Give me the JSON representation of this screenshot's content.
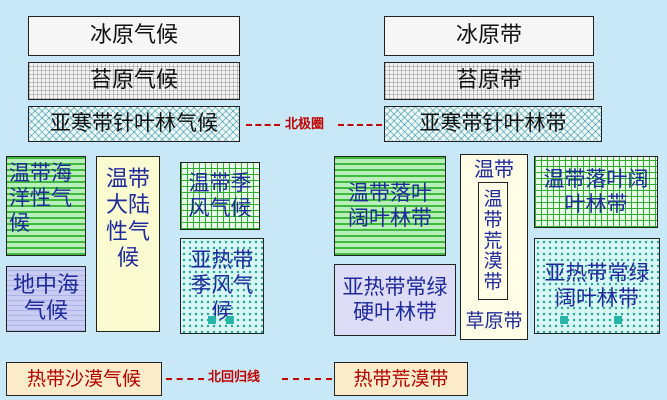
{
  "left": {
    "ice_climate": "冰原气候",
    "tundra_climate": "苔原气候",
    "subarctic_climate": "亚寒带针叶林气候",
    "temperate_maritime": "温带海洋性气候",
    "temperate_continental": "温带大陆性气候",
    "temperate_monsoon": "温带季风气候",
    "subtropical_monsoon": "亚热带季风气候",
    "mediterranean": "地中海气候",
    "tropical_desert_climate": "热带沙漠气候"
  },
  "right": {
    "ice_zone": "冰原带",
    "tundra_zone": "苔原带",
    "taiga_zone": "亚寒带针叶林带",
    "temperate_deciduous": "温带落叶阔叶林带",
    "temperate_label": "温带",
    "temperate_desert": "温带荒漠带",
    "steppe": "草原带",
    "temperate_deciduous_2": "温带落叶阔叶林带",
    "subtropical_evergreen_broadleaf": "亚热带常绿阔叶林带",
    "subtropical_evergreen_sclerophyll": "亚热带常绿硬叶林带",
    "tropical_desert_zone": "热带荒漠带"
  },
  "lines": {
    "arctic_circle": "北极圈",
    "tropic_of_cancer": "北回归线"
  },
  "colors": {
    "background": "#c9e8f7",
    "line": "#c00000",
    "text_blue": "#1f2a9a"
  }
}
